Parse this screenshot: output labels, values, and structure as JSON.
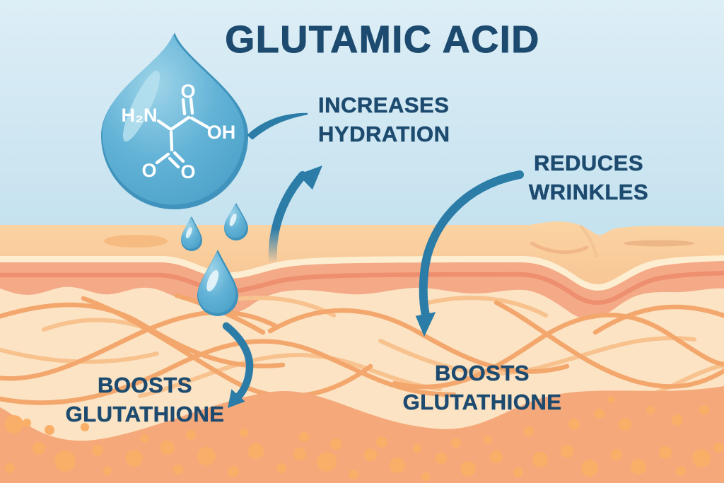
{
  "title": "GLUTAMIC ACID",
  "labels": {
    "hydration_line1": "INCREASES",
    "hydration_line2": "HYDRATION",
    "wrinkles_line1": "REDUCES",
    "wrinkles_line2": "WRINKLES",
    "glutathione_left_line1": "BOOSTS",
    "glutathione_left_line2": "GLUTATHIONE",
    "glutathione_right_line1": "BOOSTS",
    "glutathione_right_line2": "GLUTATHIONE"
  },
  "molecule": {
    "amine_group": "H₂N",
    "oxygen_top": "O",
    "hydroxyl_group": "OH",
    "oxygen_left": "O",
    "oxygen_right": "O"
  },
  "icons": {
    "main_droplet": "water-drop-with-molecule-icon",
    "falling_drops": "small-water-drop-icon",
    "arrows": "curved-arrow-icon"
  },
  "colors": {
    "heading_text": "#1d4a6f",
    "arrow": "#2b7ca7",
    "sky_top": "#ddeef6",
    "sky_bottom": "#c5e2ef",
    "droplet_body": "#5fb0d5",
    "droplet_rim": "#3f93bc",
    "epidermis": "#f9cb9c",
    "cream_line": "#fdeed2",
    "salmon_band": "#f4a987",
    "salmon_stripe": "#ee8f70",
    "dermis": "#fbe3c3",
    "fiber_dark": "#f3a76d",
    "fiber_light": "#f8c28f",
    "subcutis": "#f5a97b",
    "subcutis_dot": "#f9af67"
  }
}
